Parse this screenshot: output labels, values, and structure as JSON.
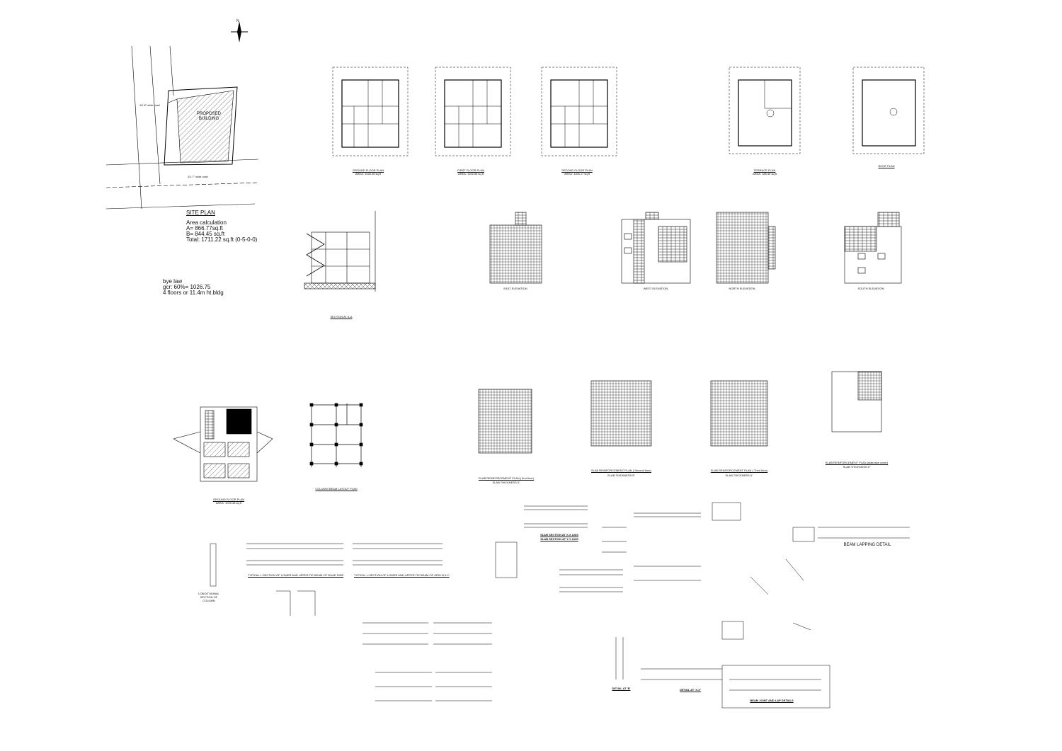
{
  "north_label": "N",
  "site_plan": {
    "title": "SITE PLAN",
    "road_top": "10'-8\" wide road",
    "road_bottom": "24'-7\" wide road",
    "building": "PROPOSED BUILDING",
    "area_heading": "Area calculation",
    "area_a": "A= 866.77sq.ft",
    "area_b": "B=  844.45 sq.ft",
    "area_total": "Total: 1711.22 sq.ft (0-5-0-0)",
    "bye_law": "bye law",
    "gcr": "gcr: 60%= 1026.75",
    "floors": "4 floors or 11.4m ht.bldg"
  },
  "plans": [
    {
      "title": "GROUND FLOOR PLAN",
      "area": "AREA: 1025.46 sq.ft"
    },
    {
      "title": "FIRST FLOOR PLAN",
      "area": "AREA: 1106.55 sq.ft"
    },
    {
      "title": "SECOND FLOOR PLAN",
      "area": "AREA: 1106.17 sq.ft"
    },
    {
      "title": "TERRACE PLAN",
      "area": "AREA: 186.45 sq.ft"
    },
    {
      "title": "ROOF PLAN",
      "area": ""
    }
  ],
  "section_title": "SECTION AT A-A",
  "elevations": [
    "EAST ELEVATION",
    "WEST ELEVATION",
    "NORTH ELEVATION",
    "SOUTH ELEVATION"
  ],
  "structural": {
    "foundation_title": "GROUND FLOOR PLAN",
    "foundation_area": "AREA: 1025.46 sq.ft",
    "column_title": "COLUMN /BEAM LAYOUT PLAN",
    "slabs": [
      {
        "title": "SLAB REINFORCEMENT PLAN ( first floor)",
        "thickness": "SLAB THICKNESS 5\""
      },
      {
        "title": "SLAB REINFORCEMENT PLAN ( Second floor)",
        "thickness": "SLAB THICKNESS 5\""
      },
      {
        "title": "SLAB REINFORCEMENT PLAN ( Third floor)",
        "thickness": "SLAB THICKNESS 5\""
      },
      {
        "title": "SLAB REINFORCEMENT PLAN (staircase cover)",
        "thickness": "SLAB THICKNESS 5\""
      }
    ]
  },
  "details": {
    "column_section": "LONGITUDINAL SECTION OF COLUMN",
    "lower_beam": "TYPICAL L-SECTION OF LOWER AND UPPER TIE BEAM OF ROAD SIDE",
    "upper_beam": "TYPICAL L-SECTION OF LOWER AND UPPER TIE BEAM OF GRID B & C",
    "slab_section_1": "SLAB SECTION AT X-X AXIS",
    "slab_section_2": "SLAB SECTION AT Y-Y AXIS",
    "beam_lapping": "BEAM  LAPPING  DETAIL",
    "detail_b": "DETAIL AT 'B'",
    "detail_x": "DETAIL AT 'X-X'",
    "beam_joint": "BEAM JOINT AND LAP DETAILS"
  }
}
